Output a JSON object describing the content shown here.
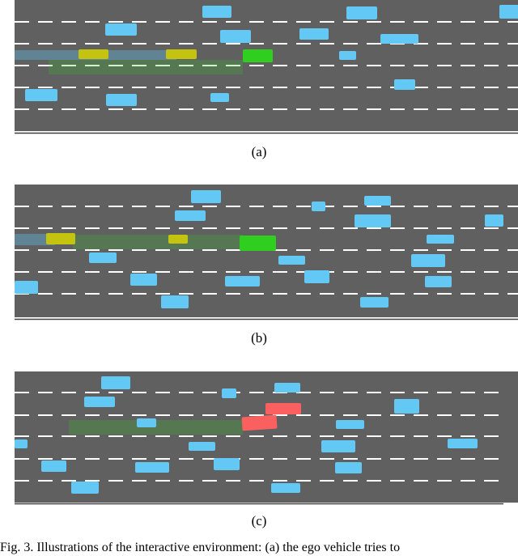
{
  "colors": {
    "road": "#606060",
    "lane_marking": "#ffffff",
    "background_vehicle": "#64c8f5",
    "ego_vehicle": "#2fce1f",
    "predicted_vehicle": "#c4c410",
    "collision_vehicle": "#fa6060"
  },
  "panels": [
    {
      "label": "(a)",
      "outcome": "ego vehicle (green)"
    },
    {
      "label": "(b)",
      "outcome": "ego vehicle (green)"
    },
    {
      "label": "(c)",
      "outcome": "collision (red)"
    }
  ],
  "caption": "Fig. 3.  Illustrations of the interactive environment: (a) the ego vehicle tries to"
}
